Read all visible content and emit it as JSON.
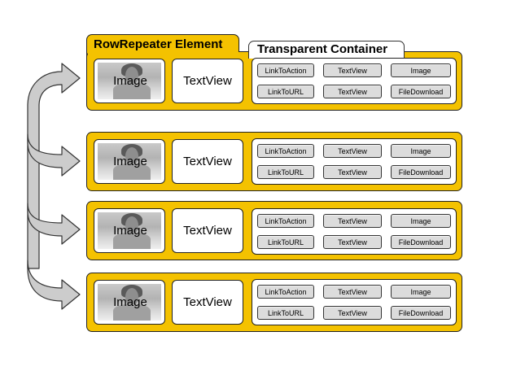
{
  "diagram": {
    "row_repeater_label": "RowRepeater Element",
    "transparent_container_label": "Transparent Container",
    "colors": {
      "row_fill": "#f4c200",
      "arrow_fill": "#cccccc",
      "button_fill": "#dcdcdc"
    },
    "rows": [
      {
        "image_label": "Image",
        "textview_label": "TextView",
        "buttons": [
          "LinkToAction",
          "TextView",
          "Image",
          "LinkToURL",
          "TextView",
          "FileDownload"
        ]
      },
      {
        "image_label": "Image",
        "textview_label": "TextView",
        "buttons": [
          "LinkToAction",
          "TextView",
          "Image",
          "LinkToURL",
          "TextView",
          "FileDownload"
        ]
      },
      {
        "image_label": "Image",
        "textview_label": "TextView",
        "buttons": [
          "LinkToAction",
          "TextView",
          "Image",
          "LinkToURL",
          "TextView",
          "FileDownload"
        ]
      },
      {
        "image_label": "Image",
        "textview_label": "TextView",
        "buttons": [
          "LinkToAction",
          "TextView",
          "Image",
          "LinkToURL",
          "TextView",
          "FileDownload"
        ]
      }
    ]
  }
}
